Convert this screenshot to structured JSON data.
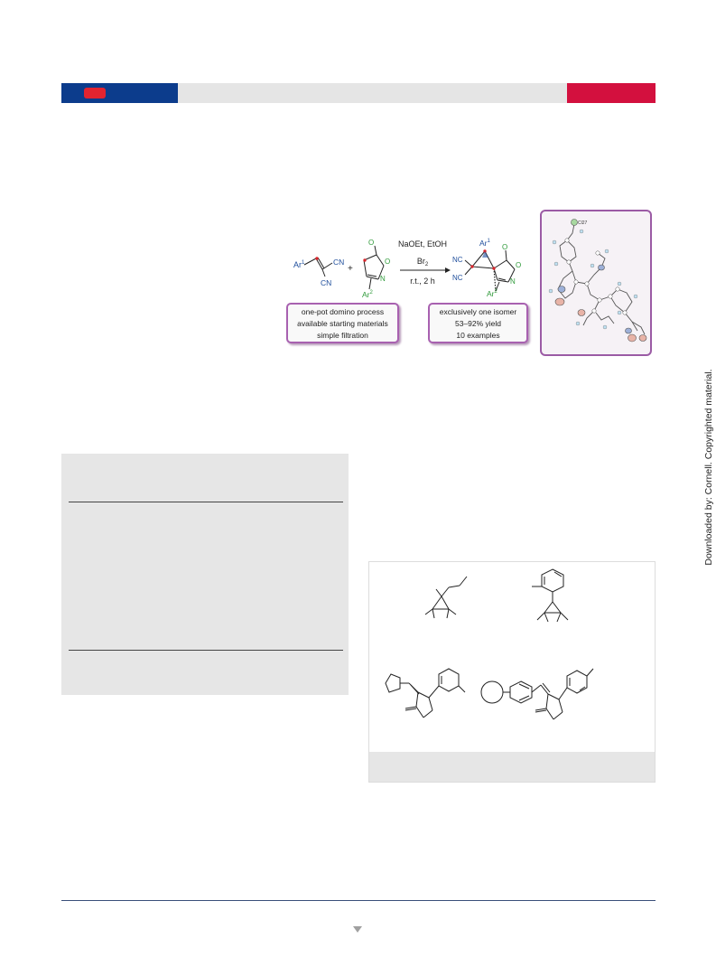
{
  "scheme": {
    "reactant1": {
      "ar_label": "Ar",
      "ar_sup": "1",
      "cn_top": "CN",
      "cn_bottom": "CN"
    },
    "plus": "+",
    "reactant2": {
      "o_top": "O",
      "o_ring": "O",
      "n_ring": "N",
      "ar_label": "Ar",
      "ar_sup": "2"
    },
    "conditions": {
      "line1": "NaOEt, EtOH",
      "line2_base": "Br",
      "line2_sub": "2",
      "line3": "r.t., 2 h"
    },
    "product": {
      "ar1_label": "Ar",
      "ar1_sup": "1",
      "nc_top": "NC",
      "nc_bottom": "NC",
      "o_top": "O",
      "o_ring": "O",
      "n_ring": "N",
      "ar2_label": "Ar",
      "ar2_sup": "2"
    }
  },
  "box_left": {
    "line1": "one-pot domino process",
    "line2": "available starting materials",
    "line3": "simple filtration"
  },
  "box_right": {
    "line1": "exclusively one isomer",
    "line2": "53–92% yield",
    "line3": "10 examples"
  },
  "crystal": {
    "top_label": "Cl27"
  },
  "watermark": "Downloaded by: Cornell. Copyrighted material.",
  "colors": {
    "header_blue": "#0c3c8c",
    "header_red": "#d3103e",
    "badge_red": "#e32430",
    "box_border": "#a861b0",
    "blue_text": "#1f4e9c",
    "green_text": "#2f9a3a",
    "red_dot": "#d9262c"
  }
}
